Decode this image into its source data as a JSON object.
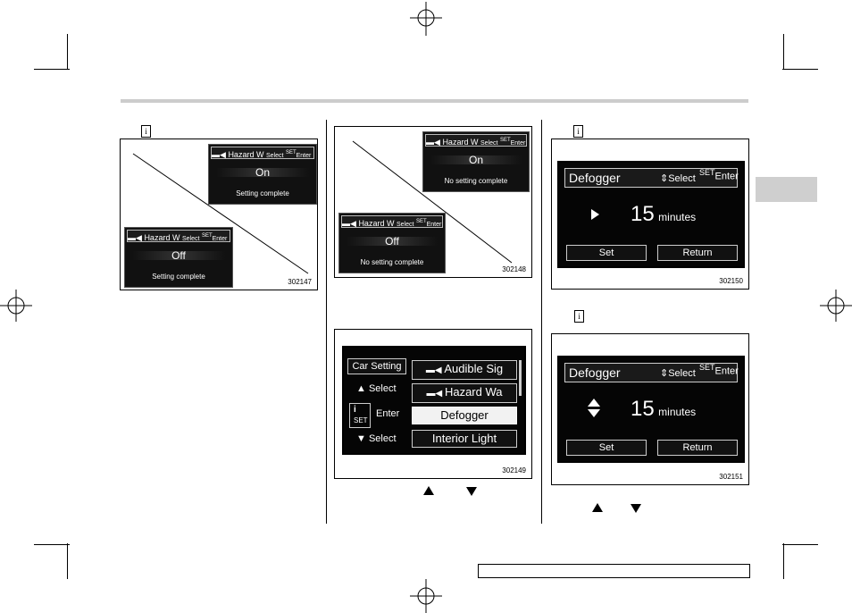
{
  "figures": {
    "fig1": {
      "id": "302147",
      "screen_on": {
        "header": "Hazard W",
        "select": "Select",
        "set": "SET",
        "enter": "Enter",
        "value": "On",
        "message": "Setting complete"
      },
      "screen_off": {
        "header": "Hazard W",
        "select": "Select",
        "set": "SET",
        "enter": "Enter",
        "value": "Off",
        "message": "Setting complete"
      }
    },
    "fig2": {
      "id": "302148",
      "screen_on": {
        "header": "Hazard W",
        "select": "Select",
        "set": "SET",
        "enter": "Enter",
        "value": "On",
        "message": "No setting complete"
      },
      "screen_off": {
        "header": "Hazard W",
        "select": "Select",
        "set": "SET",
        "enter": "Enter",
        "value": "Off",
        "message": "No setting complete"
      }
    },
    "fig3": {
      "id": "302149",
      "title": "Car Setting",
      "select_up": "Select",
      "info_icon": "i",
      "set": "SET",
      "enter": "Enter",
      "select_down": "Select",
      "items": [
        "Audible Sig",
        "Hazard Wa",
        "Defogger",
        "Interior Light"
      ]
    },
    "fig4": {
      "id": "302150",
      "header": "Defogger",
      "select": "Select",
      "set": "SET",
      "enter": "Enter",
      "value": "15",
      "unit": "minutes",
      "btn_set": "Set",
      "btn_return": "Return"
    },
    "fig5": {
      "id": "302151",
      "header": "Defogger",
      "select": "Select",
      "set": "SET",
      "enter": "Enter",
      "value": "15",
      "unit": "minutes",
      "btn_set": "Set",
      "btn_return": "Return"
    }
  },
  "info_icon_glyph": "i",
  "icons": [
    "crop-mark-icon",
    "registration-mark-icon",
    "info-icon",
    "up-arrow-icon",
    "down-arrow-icon",
    "horn-icon"
  ]
}
